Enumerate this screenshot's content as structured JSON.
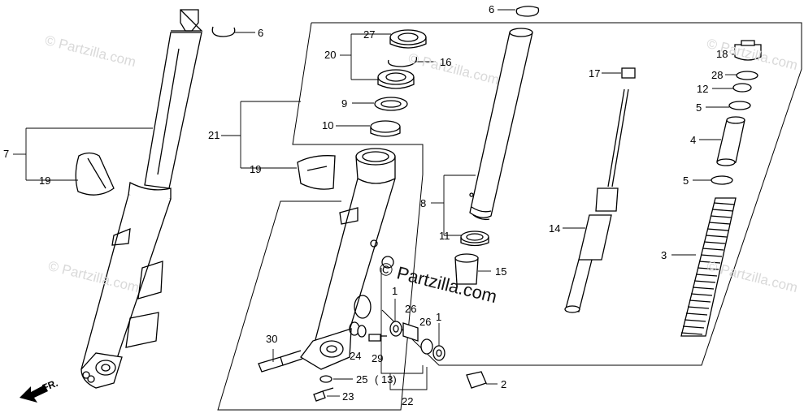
{
  "watermark": {
    "brand": "© Partzilla.com",
    "brand_faint": "© Partzilla.com"
  },
  "direction_label": "FR.",
  "callouts": {
    "c1a": "1",
    "c1b": "1",
    "c2": "2",
    "c3": "3",
    "c4": "4",
    "c5a": "5",
    "c5b": "5",
    "c6a": "6",
    "c6b": "6",
    "c7": "7",
    "c8": "8",
    "c9": "9",
    "c10": "10",
    "c11": "11",
    "c12": "12",
    "c13": "( 13)",
    "c14": "14",
    "c15": "15",
    "c16": "16",
    "c17": "17",
    "c18": "18",
    "c19a": "19",
    "c19b": "19",
    "c20": "20",
    "c21": "21",
    "c22": "22",
    "c23": "23",
    "c24": "24",
    "c25": "25",
    "c26a": "26",
    "c26b": "26",
    "c27": "27",
    "c28": "28",
    "c29": "29",
    "c30": "30"
  }
}
